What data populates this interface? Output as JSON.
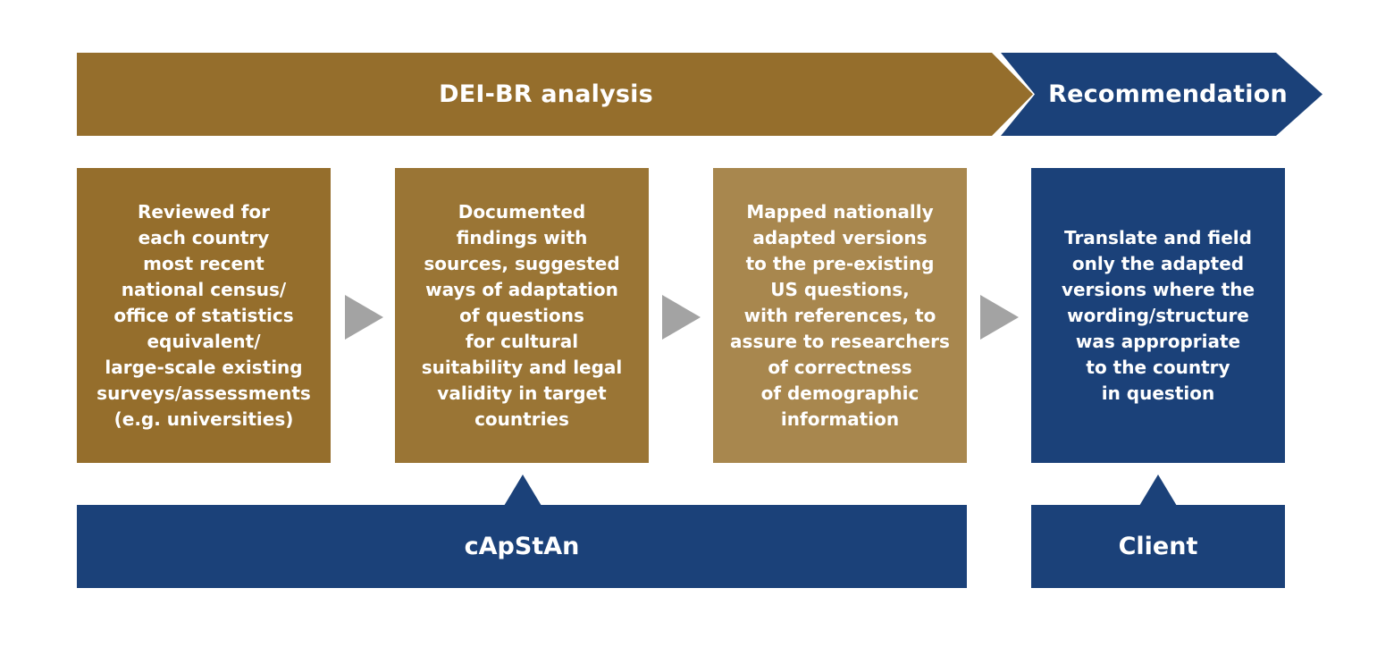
{
  "banners": {
    "analysis": "DEI-BR analysis",
    "recommendation": "Recommendation"
  },
  "steps": [
    {
      "text": "Reviewed for\neach country\nmost recent\nnational census/\noffice of statistics\nequivalent/\nlarge-scale existing\nsurveys/assessments\n(e.g. universities)"
    },
    {
      "text": "Documented\nfindings with\nsources, suggested\nways of adaptation\nof questions\nfor cultural\nsuitability and legal\nvalidity in target\ncountries"
    },
    {
      "text": "Mapped nationally\nadapted versions\nto the pre-existing\nUS questions,\nwith references, to\nassure to researchers\nof correctness\nof demographic\ninformation"
    },
    {
      "text": "Translate and field\nonly the adapted\nversions where the\nwording/structure\nwas appropriate\nto the country\nin question"
    }
  ],
  "bottom": {
    "capstan": "cApStAn",
    "client": "Client"
  },
  "colors": {
    "gold_dark": "#956e2c",
    "gold_mid": "#9a7535",
    "gold_light": "#a8874e",
    "navy": "#1b4179",
    "arrow_gray": "#a3a3a3"
  }
}
